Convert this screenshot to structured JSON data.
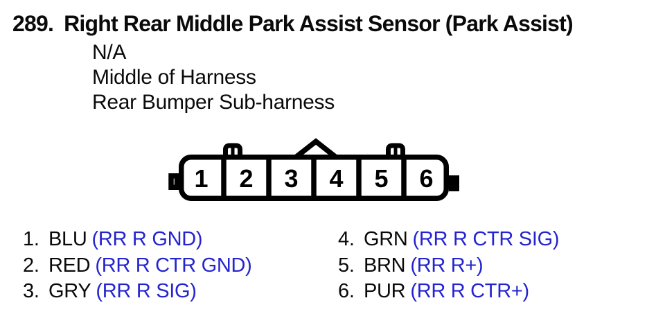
{
  "title": {
    "number": "289.",
    "text": "Right Rear Middle Park Assist Sensor (Park Assist)"
  },
  "info_lines": [
    "N/A",
    "Middle of Harness",
    "Rear Bumper Sub-harness"
  ],
  "connector": {
    "cavities": [
      "1",
      "2",
      "3",
      "4",
      "5",
      "6"
    ]
  },
  "pin_table": {
    "left": [
      {
        "num": "1.",
        "wire_color": "BLU",
        "signal": "(RR R GND)"
      },
      {
        "num": "2.",
        "wire_color": "RED",
        "signal": "(RR R CTR GND)"
      },
      {
        "num": "3.",
        "wire_color": "GRY",
        "signal": "(RR R SIG)"
      }
    ],
    "right": [
      {
        "num": "4.",
        "wire_color": "GRN",
        "signal": "(RR R CTR SIG)"
      },
      {
        "num": "5.",
        "wire_color": "BRN",
        "signal": "(RR R+)"
      },
      {
        "num": "6.",
        "wire_color": "PUR",
        "signal": "(RR R CTR+)"
      }
    ]
  },
  "colors": {
    "text_black": "#0a0a0a",
    "signal_blue": "#2424d0",
    "diagram_stroke": "#000000",
    "background": "#ffffff"
  }
}
